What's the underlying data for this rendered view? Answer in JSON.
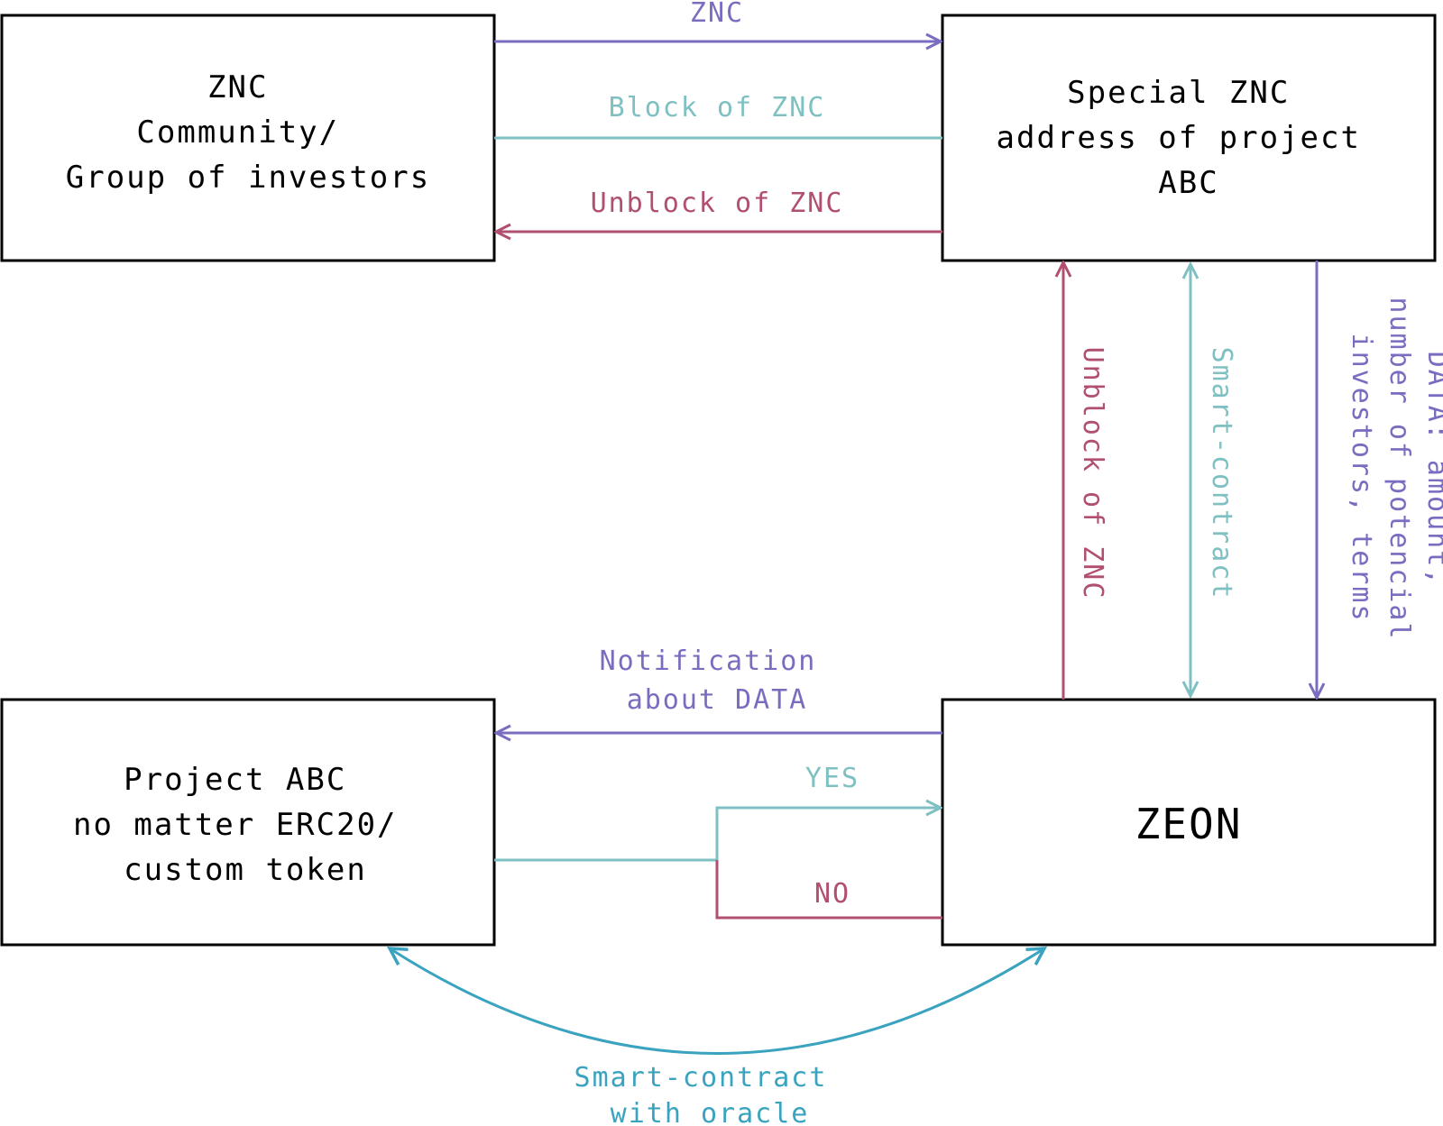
{
  "colors": {
    "purple": "#7b6cc0",
    "teal": "#7fc0c2",
    "magenta": "#b04f72",
    "blue": "#3aa3bf",
    "box_border": "#000000"
  },
  "nodes": {
    "community": {
      "lines": [
        "ZNC",
        "Community/",
        "Group of investors"
      ]
    },
    "special": {
      "lines": [
        "Special ZNC",
        "address of project",
        "ABC"
      ]
    },
    "project": {
      "lines": [
        "Project ABC",
        "no matter ERC20/",
        "custom token"
      ]
    },
    "zeon": {
      "lines": [
        "ZEON"
      ]
    }
  },
  "edges": {
    "znc": {
      "label": "ZNC",
      "color": "purple"
    },
    "block": {
      "label": "Block of ZNC",
      "color": "teal"
    },
    "unblock_top": {
      "label": "Unblock of ZNC",
      "color": "magenta"
    },
    "unblock_vertical": {
      "label": "Unblock of ZNC",
      "color": "magenta"
    },
    "smart_contract_vertical": {
      "label": "Smart-contract",
      "color": "teal"
    },
    "data": {
      "lines": [
        "DATA: amount,",
        "number of potencial",
        "investors, terms"
      ],
      "color": "purple"
    },
    "notification": {
      "lines": [
        "Notification",
        "about DATA"
      ],
      "color": "purple"
    },
    "yes": {
      "label": "YES",
      "color": "teal"
    },
    "no": {
      "label": "NO",
      "color": "magenta"
    },
    "oracle": {
      "lines": [
        "Smart-contract",
        "with oracle"
      ],
      "color": "blue"
    }
  }
}
